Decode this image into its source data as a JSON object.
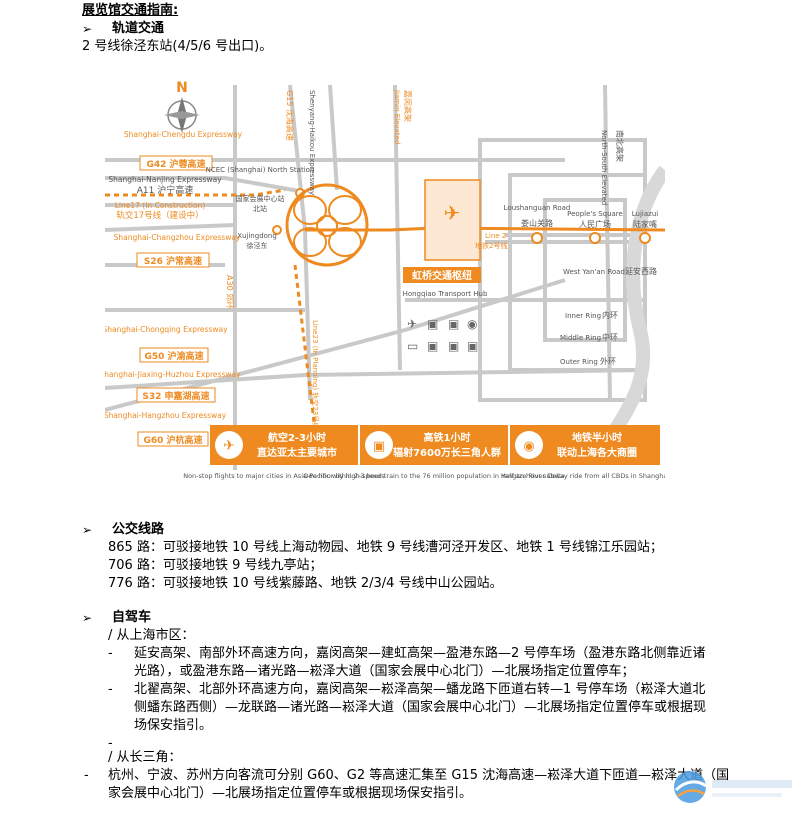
{
  "title": "展览馆交通指南:",
  "sections": {
    "metro": {
      "bullet": "➢",
      "heading": "轨道交通",
      "line": "2 号线徐泾东站(4/5/6 号出口)。"
    },
    "bus": {
      "bullet": "➢",
      "heading": "公交线路",
      "lines": [
        "865 路：可驳接地铁 10 号线上海动物园、地铁 9 号线漕河泾开发区、地铁 1 号线锦江乐园站；",
        "706 路：可驳接地铁 9 号线九亭站；",
        "776 路：可驳接地铁 10 号线紫藤路、地铁 2/3/4 号线中山公园站。"
      ]
    },
    "drive": {
      "bullet": "➢",
      "heading": "自驾车",
      "from_city": "/  从上海市区：",
      "city_items": [
        {
          "dash": "-",
          "lines": [
            "延安高架、南部外环高速方向，嘉闵高架—建虹高架—盈港东路—2 号停车场（盈港东路北侧靠近诸",
            "光路），或盈港东路—诸光路—崧泽大道（国家会展中心北门）—北展场指定位置停车；"
          ]
        },
        {
          "dash": "-",
          "lines": [
            "北翟高架、北部外环高速方向，嘉闵高架—崧泽高架—蟠龙路下匝道右转—1 号停车场（崧泽大道北",
            "侧蟠东路西侧）—龙联路—诸光路—崧泽大道（国家会展中心北门）—北展场指定位置停车或根据现",
            "场保安指引。"
          ]
        }
      ],
      "empty_dash": "-",
      "from_delta": "/  从长三角：",
      "delta_items": [
        {
          "dash": "-",
          "lines": [
            "杭州、宁波、苏州方向客流可分别 G60、G2 等高速汇集至 G15 沈海高速—崧泽大道下匝道—崧泽大道（国",
            "家会展中心北门）—北展场指定位置停车或根据现场保安指引。"
          ]
        }
      ]
    }
  },
  "map": {
    "compass": "N",
    "roads": {
      "g42": {
        "en": "Shanghai-Chengdu Expressway",
        "cn": "G42 沪蓉高速"
      },
      "a11": {
        "en": "Shanghai-Nanjing Expressway",
        "cn": "A11 沪宁高速"
      },
      "line17": {
        "en": "Line17 (In Construction)",
        "cn": "轨交17号线（建设中）"
      },
      "s26": {
        "en": "Shanghai-Changzhou Expressway",
        "cn": "S26 沪常高速"
      },
      "g50": {
        "en": "Shanghai-Chongqing Expressway",
        "cn": "G50 沪渝高速"
      },
      "s32": {
        "en": "Shanghai-Jiaxing-Huzhou Expressway",
        "cn": "S32 申嘉湖高速"
      },
      "g60": {
        "en": "Shanghai-Hangzhou Expressway",
        "cn": "G60 沪杭高速"
      },
      "g15": "G15 沈海高速",
      "shenghai": "Shenyang-Haikou Expressway",
      "a30": "A30 郊环",
      "line23": "Line23 (In Planning) 轨交23号线（规划中）",
      "jiamin_en": "Jiamin Elevated",
      "jiamin_cn": "嘉闵高架",
      "ns_en": "North-South Elevated",
      "ns_cn": "南北高架",
      "line2": "Line 2",
      "line2_cn": "地铁2号线",
      "west_yanan": "West Yan'an Road",
      "west_yanan_cn": "延安西路",
      "inner_ring": "Inner Ring",
      "inner_ring_cn": "内环",
      "middle_ring": "Middle Ring",
      "middle_ring_cn": "中环",
      "outer_ring": "Outer Ring",
      "outer_ring_cn": "外环"
    },
    "places": {
      "ncec_en": "NCEC (Shanghai) North Station",
      "ncec_cn": "国家会展中心站",
      "ncec_cn2": "北站",
      "xujingdong_en": "Xujingdong",
      "xujingdong_cn": "徐泾东",
      "hub_cn": "虹桥交通枢纽",
      "hub_en": "Hongqiao Transport Hub",
      "loushanguan_en": "Loushanguan Road",
      "loushanguan_cn": "娄山关路",
      "peoples_en": "People's Square",
      "peoples_cn": "人民广场",
      "lujiazui_en": "Lujiazui",
      "lujiazui_cn": "陆家嘴"
    },
    "banners": [
      {
        "cn1": "航空2-3小时",
        "cn2": "直达亚太主要城市",
        "en": "Non-stop flights to major cities in Asia-Pacific within 2-3 hours"
      },
      {
        "cn1": "高铁1小时",
        "cn2": "辐射7600万长三角人群",
        "en": "One hour by high-speed train to the 76 million population in Yangtze River Delta"
      },
      {
        "cn1": "地铁半小时",
        "cn2": "联动上海各大商圈",
        "en": "Half an hour subway ride from all CBDs in Shanghai"
      }
    ],
    "colors": {
      "accent": "#ee8a1f",
      "road": "#c9c9c9",
      "text": "#555555"
    }
  }
}
